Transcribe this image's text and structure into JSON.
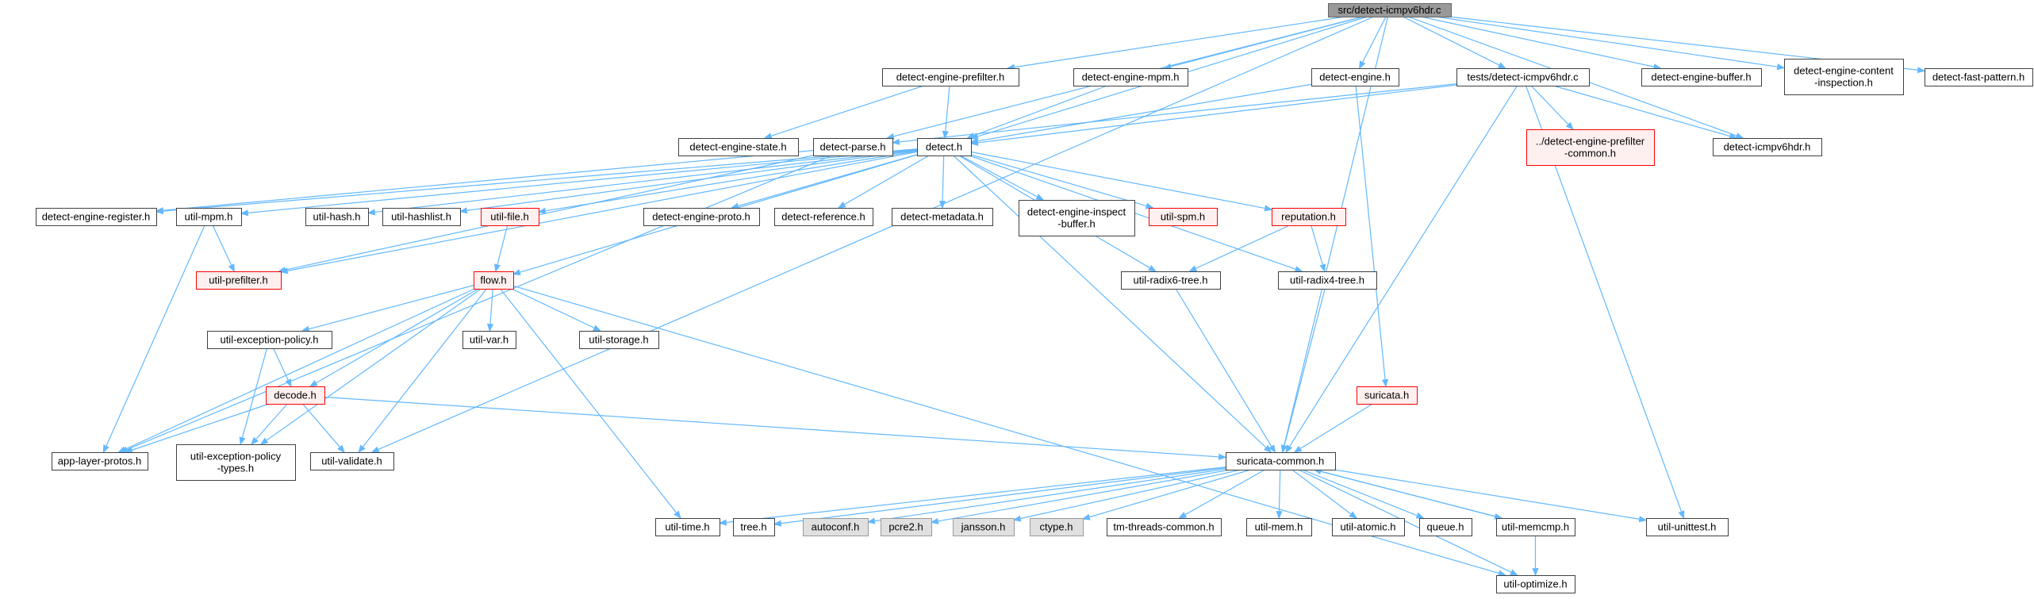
{
  "colors": {
    "edge": "#63b8ff",
    "node_fill": "#ffffff",
    "node_border": "#404040",
    "root_fill": "#999999",
    "root_border": "#666666",
    "system_fill": "#e0e0e0",
    "system_border": "#999999",
    "incomplete_fill": "#fff0f0",
    "incomplete_border": "#ff0000"
  },
  "nodes": [
    {
      "id": "root",
      "kind": "root",
      "lines": [
        "src/detect-icmpv6hdr.c"
      ]
    },
    {
      "id": "detect-engine-prefilter-h",
      "kind": "normal",
      "lines": [
        "detect-engine-prefilter.h"
      ]
    },
    {
      "id": "detect-engine-mpm-h",
      "kind": "normal",
      "lines": [
        "detect-engine-mpm.h"
      ]
    },
    {
      "id": "detect-engine-h",
      "kind": "normal",
      "lines": [
        "detect-engine.h"
      ]
    },
    {
      "id": "tests-detect-icmpv6hdr-c",
      "kind": "normal",
      "lines": [
        "tests/detect-icmpv6hdr.c"
      ]
    },
    {
      "id": "detect-engine-buffer-h",
      "kind": "normal",
      "lines": [
        "detect-engine-buffer.h"
      ]
    },
    {
      "id": "detect-engine-content-inspection-h",
      "kind": "normal",
      "lines": [
        "detect-engine-content",
        "-inspection.h"
      ]
    },
    {
      "id": "detect-fast-pattern-h",
      "kind": "normal",
      "lines": [
        "detect-fast-pattern.h"
      ]
    },
    {
      "id": "detect-engine-state-h",
      "kind": "normal",
      "lines": [
        "detect-engine-state.h"
      ]
    },
    {
      "id": "detect-parse-h",
      "kind": "normal",
      "lines": [
        "detect-parse.h"
      ]
    },
    {
      "id": "detect-h",
      "kind": "normal",
      "lines": [
        "detect.h"
      ]
    },
    {
      "id": "detect-engine-prefilter-common-h",
      "kind": "incomplete",
      "lines": [
        "../detect-engine-prefilter",
        "-common.h"
      ]
    },
    {
      "id": "detect-icmpv6hdr-h",
      "kind": "normal",
      "lines": [
        "detect-icmpv6hdr.h"
      ]
    },
    {
      "id": "detect-engine-register-h",
      "kind": "normal",
      "lines": [
        "detect-engine-register.h"
      ]
    },
    {
      "id": "util-mpm-h",
      "kind": "normal",
      "lines": [
        "util-mpm.h"
      ]
    },
    {
      "id": "util-hash-h",
      "kind": "normal",
      "lines": [
        "util-hash.h"
      ]
    },
    {
      "id": "util-hashlist-h",
      "kind": "normal",
      "lines": [
        "util-hashlist.h"
      ]
    },
    {
      "id": "util-file-h",
      "kind": "incomplete",
      "lines": [
        "util-file.h"
      ]
    },
    {
      "id": "detect-engine-proto-h",
      "kind": "normal",
      "lines": [
        "detect-engine-proto.h"
      ]
    },
    {
      "id": "detect-reference-h",
      "kind": "normal",
      "lines": [
        "detect-reference.h"
      ]
    },
    {
      "id": "detect-metadata-h",
      "kind": "normal",
      "lines": [
        "detect-metadata.h"
      ]
    },
    {
      "id": "detect-engine-inspect-buffer-h",
      "kind": "normal",
      "lines": [
        "detect-engine-inspect",
        "-buffer.h"
      ]
    },
    {
      "id": "util-spm-h",
      "kind": "incomplete",
      "lines": [
        "util-spm.h"
      ]
    },
    {
      "id": "reputation-h",
      "kind": "incomplete",
      "lines": [
        "reputation.h"
      ]
    },
    {
      "id": "util-prefilter-h",
      "kind": "incomplete",
      "lines": [
        "util-prefilter.h"
      ]
    },
    {
      "id": "flow-h",
      "kind": "incomplete",
      "lines": [
        "flow.h"
      ]
    },
    {
      "id": "util-radix6-tree-h",
      "kind": "normal",
      "lines": [
        "util-radix6-tree.h"
      ]
    },
    {
      "id": "util-radix4-tree-h",
      "kind": "normal",
      "lines": [
        "util-radix4-tree.h"
      ]
    },
    {
      "id": "util-exception-policy-h",
      "kind": "normal",
      "lines": [
        "util-exception-policy.h"
      ]
    },
    {
      "id": "util-var-h",
      "kind": "normal",
      "lines": [
        "util-var.h"
      ]
    },
    {
      "id": "util-storage-h",
      "kind": "normal",
      "lines": [
        "util-storage.h"
      ]
    },
    {
      "id": "suricata-h",
      "kind": "incomplete",
      "lines": [
        "suricata.h"
      ]
    },
    {
      "id": "decode-h",
      "kind": "incomplete",
      "lines": [
        "decode.h"
      ]
    },
    {
      "id": "app-layer-protos-h",
      "kind": "normal",
      "lines": [
        "app-layer-protos.h"
      ]
    },
    {
      "id": "util-exception-policy-types-h",
      "kind": "normal",
      "lines": [
        "util-exception-policy",
        "-types.h"
      ]
    },
    {
      "id": "util-validate-h",
      "kind": "normal",
      "lines": [
        "util-validate.h"
      ]
    },
    {
      "id": "suricata-common-h",
      "kind": "normal",
      "lines": [
        "suricata-common.h"
      ]
    },
    {
      "id": "util-time-h",
      "kind": "normal",
      "lines": [
        "util-time.h"
      ]
    },
    {
      "id": "tree-h",
      "kind": "normal",
      "lines": [
        "tree.h"
      ]
    },
    {
      "id": "autoconf-h",
      "kind": "system",
      "lines": [
        "autoconf.h"
      ]
    },
    {
      "id": "pcre2-h",
      "kind": "system",
      "lines": [
        "pcre2.h"
      ]
    },
    {
      "id": "jansson-h",
      "kind": "system",
      "lines": [
        "jansson.h"
      ]
    },
    {
      "id": "ctype-h",
      "kind": "system",
      "lines": [
        "ctype.h"
      ]
    },
    {
      "id": "tm-threads-common-h",
      "kind": "normal",
      "lines": [
        "tm-threads-common.h"
      ]
    },
    {
      "id": "util-mem-h",
      "kind": "normal",
      "lines": [
        "util-mem.h"
      ]
    },
    {
      "id": "util-atomic-h",
      "kind": "normal",
      "lines": [
        "util-atomic.h"
      ]
    },
    {
      "id": "queue-h",
      "kind": "normal",
      "lines": [
        "queue.h"
      ]
    },
    {
      "id": "util-memcmp-h",
      "kind": "normal",
      "lines": [
        "util-memcmp.h"
      ]
    },
    {
      "id": "util-unittest-h",
      "kind": "normal",
      "lines": [
        "util-unittest.h"
      ]
    },
    {
      "id": "util-optimize-h",
      "kind": "normal",
      "lines": [
        "util-optimize.h"
      ]
    }
  ],
  "edges": [
    [
      "root",
      "detect-engine-prefilter-h"
    ],
    [
      "root",
      "detect-engine-mpm-h"
    ],
    [
      "root",
      "detect-engine-h"
    ],
    [
      "root",
      "tests-detect-icmpv6hdr-c"
    ],
    [
      "root",
      "detect-engine-buffer-h"
    ],
    [
      "root",
      "detect-engine-content-inspection-h"
    ],
    [
      "root",
      "detect-fast-pattern-h"
    ],
    [
      "root",
      "detect-parse-h"
    ],
    [
      "root",
      "detect-h"
    ],
    [
      "root",
      "detect-icmpv6hdr-h"
    ],
    [
      "root",
      "suricata-common-h"
    ],
    [
      "root",
      "util-validate-h"
    ],
    [
      "detect-engine-prefilter-h",
      "detect-engine-state-h"
    ],
    [
      "detect-engine-prefilter-h",
      "detect-h"
    ],
    [
      "detect-engine-mpm-h",
      "detect-h"
    ],
    [
      "detect-engine-h",
      "detect-h"
    ],
    [
      "detect-engine-h",
      "suricata-h"
    ],
    [
      "tests-detect-icmpv6hdr-c",
      "detect-engine-prefilter-common-h"
    ],
    [
      "tests-detect-icmpv6hdr-c",
      "detect-icmpv6hdr-h"
    ],
    [
      "tests-detect-icmpv6hdr-c",
      "detect-parse-h"
    ],
    [
      "tests-detect-icmpv6hdr-c",
      "detect-h"
    ],
    [
      "tests-detect-icmpv6hdr-c",
      "suricata-common-h"
    ],
    [
      "tests-detect-icmpv6hdr-c",
      "util-unittest-h"
    ],
    [
      "detect-parse-h",
      "detect-engine-register-h"
    ],
    [
      "detect-parse-h",
      "app-layer-protos-h"
    ],
    [
      "detect-parse-h",
      "util-prefilter-h"
    ],
    [
      "detect-h",
      "detect-engine-register-h"
    ],
    [
      "detect-h",
      "util-mpm-h"
    ],
    [
      "detect-h",
      "util-hash-h"
    ],
    [
      "detect-h",
      "util-hashlist-h"
    ],
    [
      "detect-h",
      "util-file-h"
    ],
    [
      "detect-h",
      "detect-engine-proto-h"
    ],
    [
      "detect-h",
      "detect-reference-h"
    ],
    [
      "detect-h",
      "detect-metadata-h"
    ],
    [
      "detect-h",
      "detect-engine-inspect-buffer-h"
    ],
    [
      "detect-h",
      "util-spm-h"
    ],
    [
      "detect-h",
      "reputation-h"
    ],
    [
      "detect-h",
      "util-prefilter-h"
    ],
    [
      "detect-h",
      "flow-h"
    ],
    [
      "detect-h",
      "util-radix6-tree-h"
    ],
    [
      "detect-h",
      "util-radix4-tree-h"
    ],
    [
      "detect-h",
      "suricata-common-h"
    ],
    [
      "util-mpm-h",
      "util-prefilter-h"
    ],
    [
      "util-mpm-h",
      "app-layer-protos-h"
    ],
    [
      "util-file-h",
      "flow-h"
    ],
    [
      "reputation-h",
      "util-radix6-tree-h"
    ],
    [
      "reputation-h",
      "util-radix4-tree-h"
    ],
    [
      "flow-h",
      "util-exception-policy-h"
    ],
    [
      "flow-h",
      "util-var-h"
    ],
    [
      "flow-h",
      "util-storage-h"
    ],
    [
      "flow-h",
      "decode-h"
    ],
    [
      "flow-h",
      "app-layer-protos-h"
    ],
    [
      "flow-h",
      "util-exception-policy-types-h"
    ],
    [
      "flow-h",
      "util-validate-h"
    ],
    [
      "flow-h",
      "util-time-h"
    ],
    [
      "flow-h",
      "util-optimize-h"
    ],
    [
      "util-radix6-tree-h",
      "suricata-common-h"
    ],
    [
      "util-radix4-tree-h",
      "suricata-common-h"
    ],
    [
      "util-exception-policy-h",
      "decode-h"
    ],
    [
      "util-exception-policy-h",
      "util-exception-policy-types-h"
    ],
    [
      "suricata-h",
      "suricata-common-h"
    ],
    [
      "decode-h",
      "app-layer-protos-h"
    ],
    [
      "decode-h",
      "util-exception-policy-types-h"
    ],
    [
      "decode-h",
      "util-validate-h"
    ],
    [
      "decode-h",
      "suricata-common-h"
    ],
    [
      "suricata-common-h",
      "util-time-h"
    ],
    [
      "suricata-common-h",
      "tree-h"
    ],
    [
      "suricata-common-h",
      "autoconf-h"
    ],
    [
      "suricata-common-h",
      "pcre2-h"
    ],
    [
      "suricata-common-h",
      "jansson-h"
    ],
    [
      "suricata-common-h",
      "ctype-h"
    ],
    [
      "suricata-common-h",
      "tm-threads-common-h"
    ],
    [
      "suricata-common-h",
      "util-mem-h"
    ],
    [
      "suricata-common-h",
      "util-atomic-h"
    ],
    [
      "suricata-common-h",
      "queue-h"
    ],
    [
      "suricata-common-h",
      "util-memcmp-h"
    ],
    [
      "suricata-common-h",
      "util-unittest-h"
    ],
    [
      "suricata-common-h",
      "util-optimize-h"
    ],
    [
      "util-memcmp-h",
      "suricata-common-h"
    ],
    [
      "util-memcmp-h",
      "util-optimize-h"
    ]
  ]
}
